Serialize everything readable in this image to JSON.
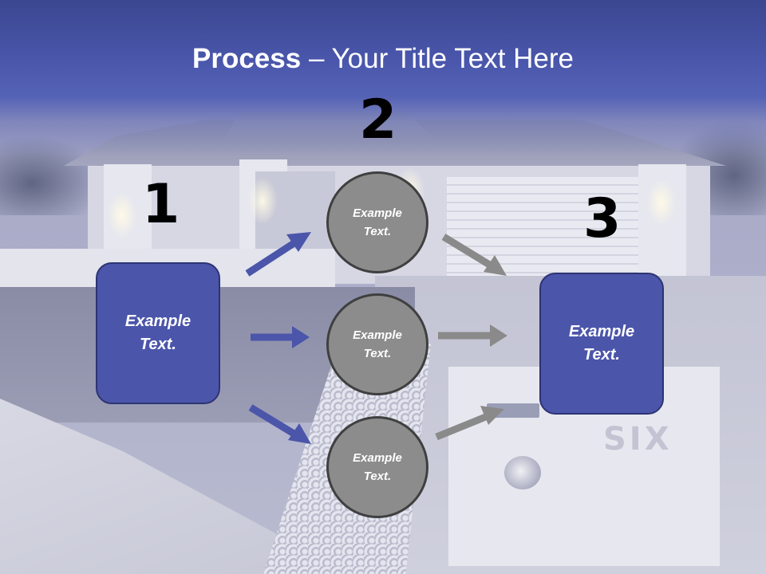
{
  "title": {
    "bold": "Process",
    "rest": " – Your Title Text Here"
  },
  "steps": [
    {
      "number": "1",
      "text_line1": "Example",
      "text_line2": "Text."
    },
    {
      "number": "2"
    },
    {
      "number": "3",
      "text_line1": "Example",
      "text_line2": "Text."
    }
  ],
  "circles": [
    {
      "line1": "Example",
      "line2": "Text."
    },
    {
      "line1": "Example",
      "line2": "Text."
    },
    {
      "line1": "Example",
      "line2": "Text."
    }
  ],
  "background": {
    "plate_text": "SIX"
  },
  "colors": {
    "title_band": "#4a57ac",
    "box_fill": "#4b55aa",
    "box_border": "#2d3472",
    "circle_fill": "#8c8c8c",
    "circle_border": "#3f3f3f",
    "arrow_blue": "#4b55aa",
    "arrow_gray": "#8a8a8a"
  }
}
